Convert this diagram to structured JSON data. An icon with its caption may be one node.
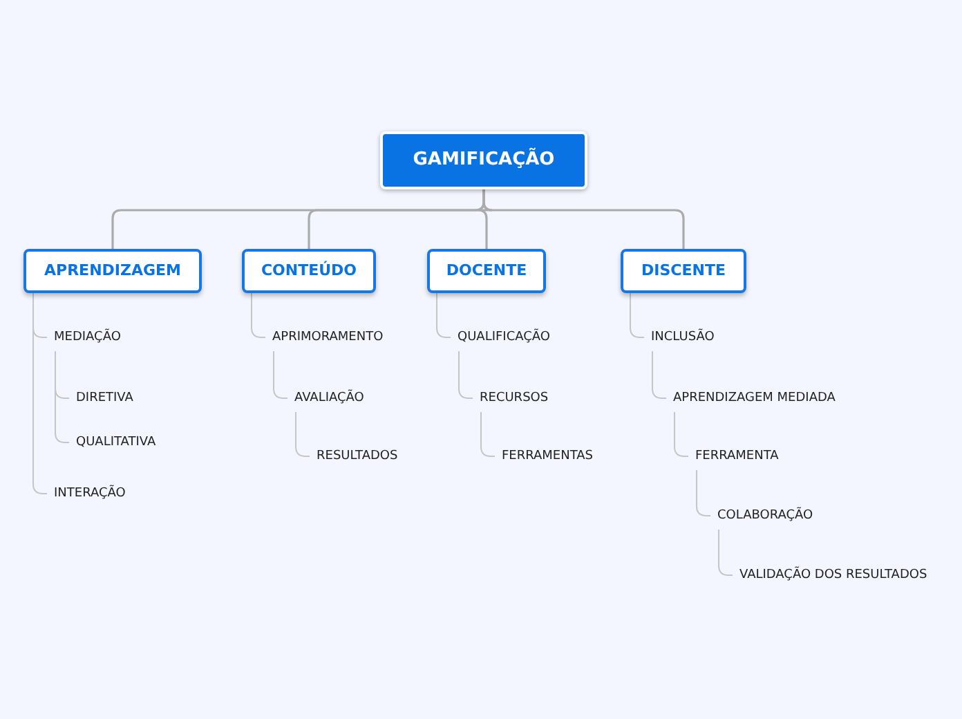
{
  "diagram": {
    "nodes": [
      {
        "text": [
          "GAMIFICAÇÃO"
        ]
      },
      {
        "text": [
          "APRENDIZAGEM"
        ]
      },
      {
        "text": [
          "MEDIAÇÃO"
        ]
      },
      {
        "text": [
          "DIRETIVA"
        ]
      },
      {
        "text": [
          "QUALITATIVA"
        ]
      },
      {
        "text": [
          "INTERAÇÃO"
        ]
      },
      {
        "text": [
          "CONTEÚDO"
        ]
      },
      {
        "text": [
          "APRIMORAMENTO"
        ]
      },
      {
        "text": [
          "AVALIAÇÃO"
        ]
      },
      {
        "text": [
          "RESULTADOS"
        ]
      },
      {
        "text": [
          "DOCENTE"
        ]
      },
      {
        "text": [
          "QUALIFICAÇÃO"
        ]
      },
      {
        "text": [
          "RECURSOS"
        ]
      },
      {
        "text": [
          "FERRAMENTAS"
        ]
      },
      {
        "text": [
          "DISCENTE"
        ]
      },
      {
        "text": [
          "INCLUSÃO"
        ]
      },
      {
        "text": [
          "APRENDIZAGEM MEDIADA"
        ]
      },
      {
        "text": [
          "FERRAMENTA"
        ]
      },
      {
        "text": [
          "COLABORAÇÃO"
        ]
      },
      {
        "text": [
          "VALIDAÇÃO DOS RESULTADOS"
        ]
      }
    ],
    "edges": [
      {
        "from": 0,
        "to": 1,
        "arrow": "none"
      },
      {
        "from": 0,
        "to": 6,
        "arrow": "none"
      },
      {
        "from": 0,
        "to": 10,
        "arrow": "none"
      },
      {
        "from": 0,
        "to": 14,
        "arrow": "none"
      },
      {
        "from": 1,
        "to": 2,
        "arrow": "none"
      },
      {
        "from": 2,
        "to": 3,
        "arrow": "none"
      },
      {
        "from": 2,
        "to": 4,
        "arrow": "none"
      },
      {
        "from": 1,
        "to": 5,
        "arrow": "none"
      },
      {
        "from": 6,
        "to": 7,
        "arrow": "none"
      },
      {
        "from": 7,
        "to": 8,
        "arrow": "none"
      },
      {
        "from": 8,
        "to": 9,
        "arrow": "none"
      },
      {
        "from": 10,
        "to": 11,
        "arrow": "none"
      },
      {
        "from": 11,
        "to": 12,
        "arrow": "none"
      },
      {
        "from": 12,
        "to": 13,
        "arrow": "none"
      },
      {
        "from": 14,
        "to": 15,
        "arrow": "none"
      },
      {
        "from": 15,
        "to": 16,
        "arrow": "none"
      },
      {
        "from": 16,
        "to": 17,
        "arrow": "none"
      },
      {
        "from": 17,
        "to": 18,
        "arrow": "none"
      },
      {
        "from": 18,
        "to": 19,
        "arrow": "none"
      }
    ]
  }
}
